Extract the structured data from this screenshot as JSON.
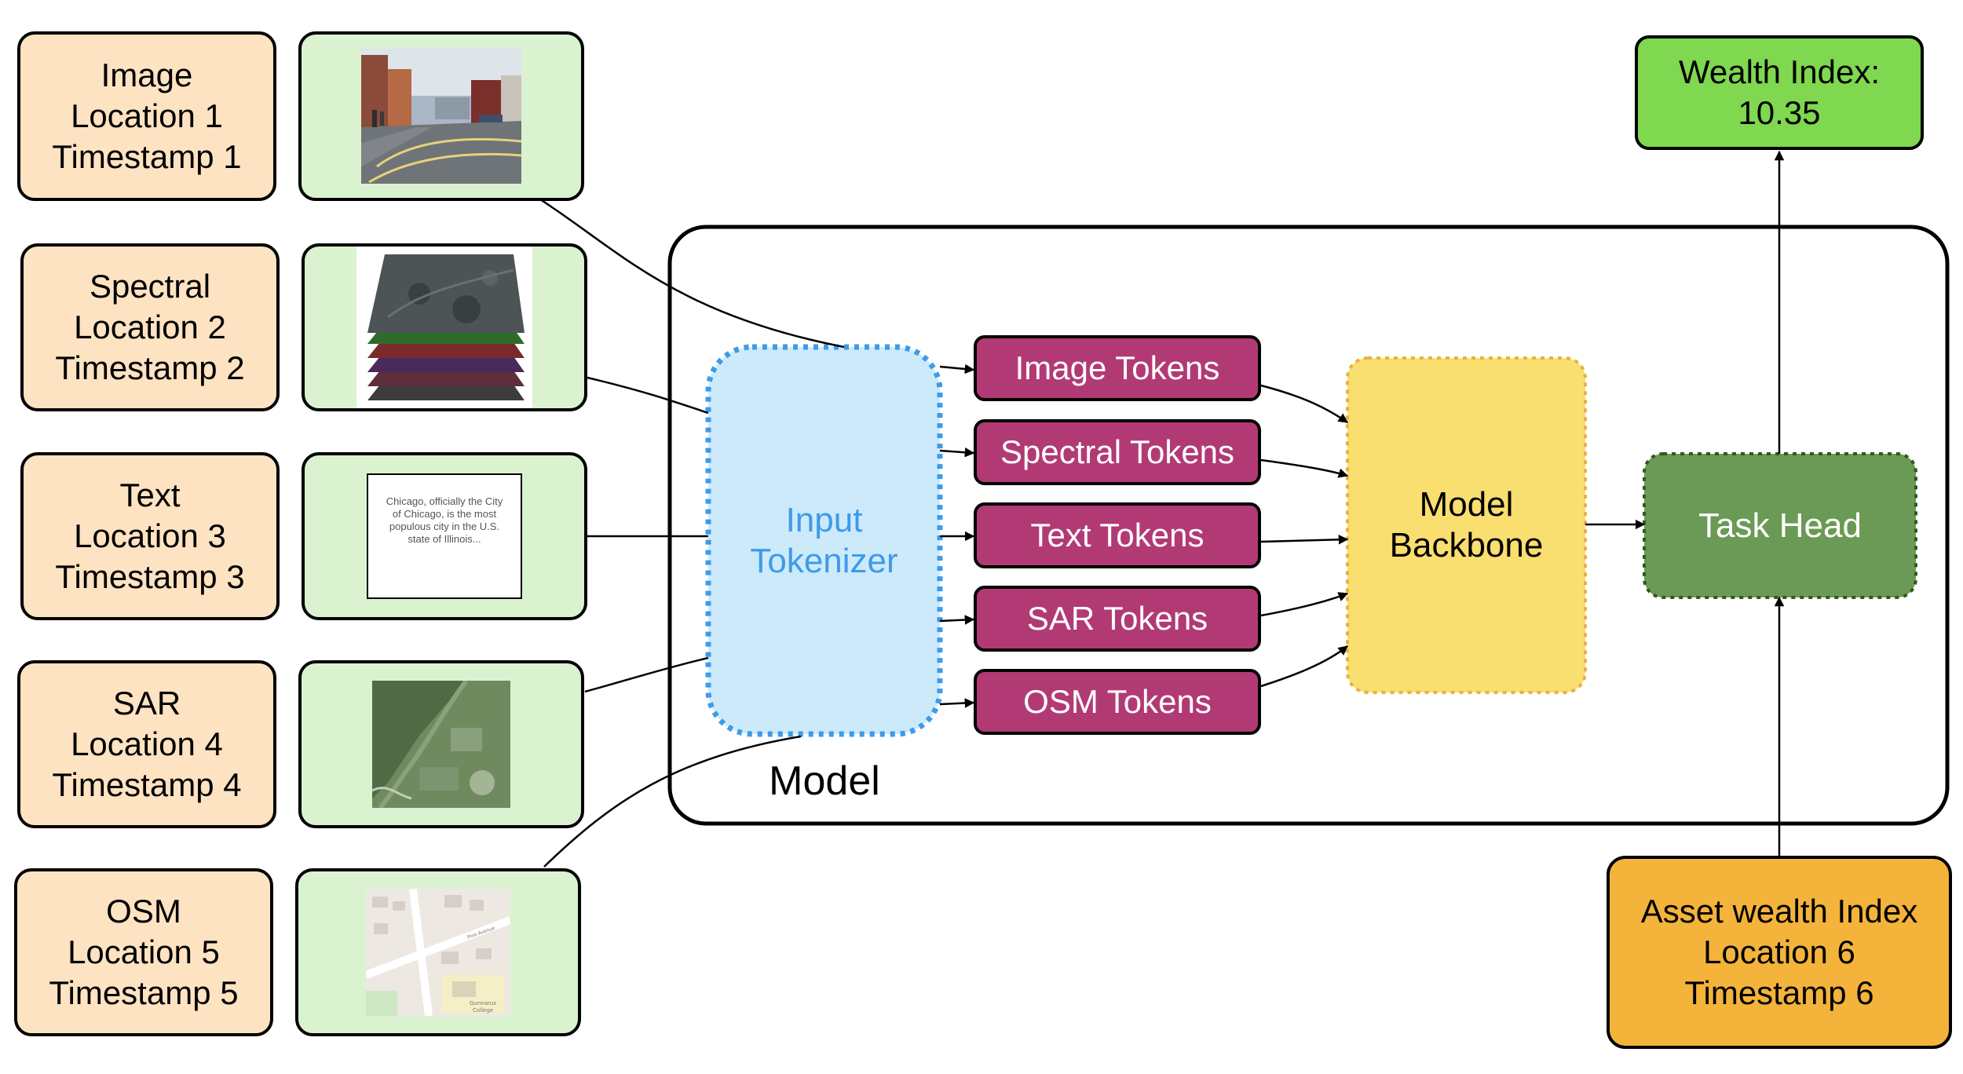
{
  "inputs": [
    {
      "modality": "Image",
      "location": "Location 1",
      "timestamp": "Timestamp 1"
    },
    {
      "modality": "Spectral",
      "location": "Location 2",
      "timestamp": "Timestamp 2"
    },
    {
      "modality": "Text",
      "location": "Location 3",
      "timestamp": "Timestamp 3"
    },
    {
      "modality": "SAR",
      "location": "Location 4",
      "timestamp": "Timestamp 4"
    },
    {
      "modality": "OSM",
      "location": "Location 5",
      "timestamp": "Timestamp 5"
    }
  ],
  "text_sample": {
    "lines": [
      "Chicago, officially the City",
      "of Chicago, is the most",
      "populous city in the U.S.",
      "state of Illinois..."
    ]
  },
  "osm_labels": {
    "college_1": "Gunnarus",
    "college_2": "College",
    "street": "Pine Avenue"
  },
  "model": {
    "label": "Model",
    "tokenizer": [
      "Input",
      "Tokenizer"
    ],
    "tokens": [
      "Image Tokens",
      "Spectral Tokens",
      "Text Tokens",
      "SAR Tokens",
      "OSM Tokens"
    ],
    "backbone": [
      "Model",
      "Backbone"
    ],
    "task_head": "Task Head"
  },
  "output": {
    "line1": "Wealth Index:",
    "line2": "10.35"
  },
  "target": {
    "name": "Asset wealth Index",
    "location": "Location 6",
    "timestamp": "Timestamp 6"
  },
  "colors": {
    "input_label_fill": "#fde3c2",
    "thumbnail_fill": "#dbf2d1",
    "tokenizer_fill": "#cdeafb",
    "tokenizer_text": "#3d9be9",
    "token_fill": "#b23a74",
    "backbone_fill": "#f9de70",
    "task_head_fill": "#6a9a55",
    "output_fill": "#7fd850",
    "target_fill": "#f4b33a"
  },
  "icons": [
    "street-photo-icon",
    "spectral-stack-icon",
    "text-document-icon",
    "sar-satellite-icon",
    "osm-map-icon"
  ]
}
